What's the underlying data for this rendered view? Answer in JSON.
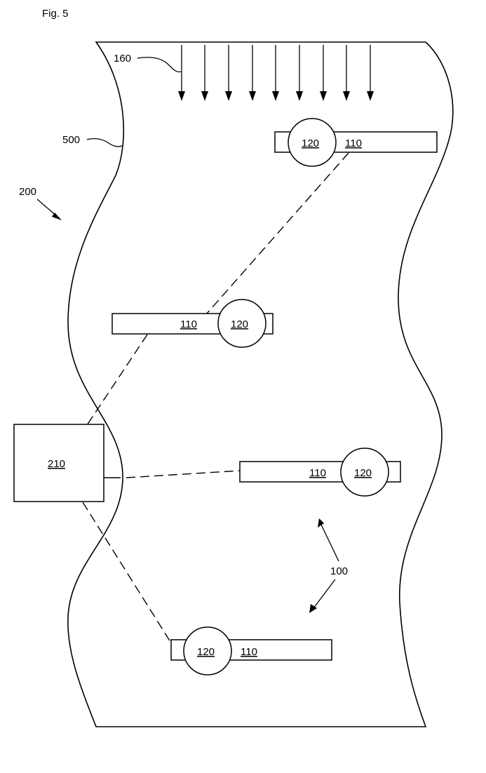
{
  "figure": {
    "title": "Fig. 5",
    "labels": {
      "flow_ref": "160",
      "boundary_ref": "500",
      "system_ref": "200",
      "group_ref": "100",
      "controller_ref": "210",
      "bar_ref": "110",
      "node_ref": "120"
    },
    "units": [
      {
        "bar": "110",
        "node": "120"
      },
      {
        "bar": "110",
        "node": "120"
      },
      {
        "bar": "110",
        "node": "120"
      },
      {
        "bar": "110",
        "node": "120"
      }
    ],
    "controller": {
      "label": "210"
    },
    "arrow_count": 9
  }
}
